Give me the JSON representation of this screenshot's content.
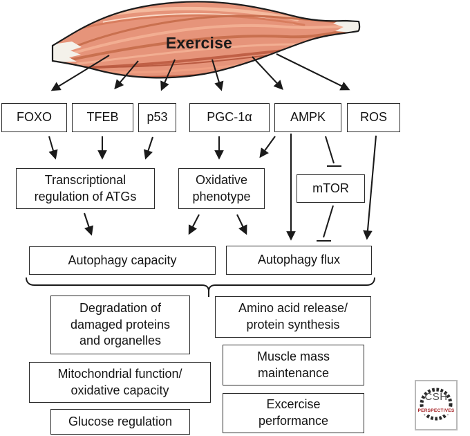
{
  "muscle": {
    "label": "Exercise"
  },
  "nodes": {
    "foxo": "FOXO",
    "tfeb": "TFEB",
    "p53": "p53",
    "pgc1a": "PGC-1α",
    "ampk": "AMPK",
    "ros": "ROS",
    "trans_reg": "Transcriptional\nregulation of ATGs",
    "oxidative": "Oxidative\nphenotype",
    "mtor": "mTOR",
    "capacity": "Autophagy capacity",
    "flux": "Autophagy flux",
    "degradation": "Degradation of\ndamaged proteins\nand organelles",
    "mito": "Mitochondrial function/\noxidative capacity",
    "glucose": "Glucose regulation",
    "amino": "Amino acid release/\nprotein synthesis",
    "muscle_mass": "Muscle mass\nmaintenance",
    "performance": "Excercise\nperformance"
  },
  "edges": [
    {
      "from": "Exercise",
      "to": "FOXO",
      "effect": "activates"
    },
    {
      "from": "Exercise",
      "to": "TFEB",
      "effect": "activates"
    },
    {
      "from": "Exercise",
      "to": "p53",
      "effect": "activates"
    },
    {
      "from": "Exercise",
      "to": "PGC-1α",
      "effect": "activates"
    },
    {
      "from": "Exercise",
      "to": "AMPK",
      "effect": "activates"
    },
    {
      "from": "Exercise",
      "to": "ROS",
      "effect": "activates"
    },
    {
      "from": "FOXO",
      "to": "Transcriptional regulation of ATGs",
      "effect": "activates"
    },
    {
      "from": "TFEB",
      "to": "Transcriptional regulation of ATGs",
      "effect": "activates"
    },
    {
      "from": "p53",
      "to": "Transcriptional regulation of ATGs",
      "effect": "activates"
    },
    {
      "from": "PGC-1α",
      "to": "Oxidative phenotype",
      "effect": "activates"
    },
    {
      "from": "AMPK",
      "to": "Oxidative phenotype",
      "effect": "activates"
    },
    {
      "from": "AMPK",
      "to": "Autophagy flux",
      "effect": "activates"
    },
    {
      "from": "AMPK",
      "to": "mTOR",
      "effect": "inhibits"
    },
    {
      "from": "mTOR",
      "to": "Autophagy flux",
      "effect": "inhibits"
    },
    {
      "from": "ROS",
      "to": "Autophagy flux",
      "effect": "activates"
    },
    {
      "from": "Transcriptional regulation of ATGs",
      "to": "Autophagy capacity",
      "effect": "activates"
    },
    {
      "from": "Oxidative phenotype",
      "to": "Autophagy capacity",
      "effect": "activates"
    },
    {
      "from": "Oxidative phenotype",
      "to": "Autophagy flux",
      "effect": "activates"
    }
  ],
  "logo": {
    "top": "CSH",
    "bottom": "PERSPECTIVES"
  },
  "colors": {
    "outline": "#1a1a1a",
    "muscle_fill": "#e6947a",
    "muscle_dark": "#c9704f",
    "muscle_light": "#f2ae92",
    "tendon": "#f4f1ea",
    "logo_red": "#a41e22"
  }
}
